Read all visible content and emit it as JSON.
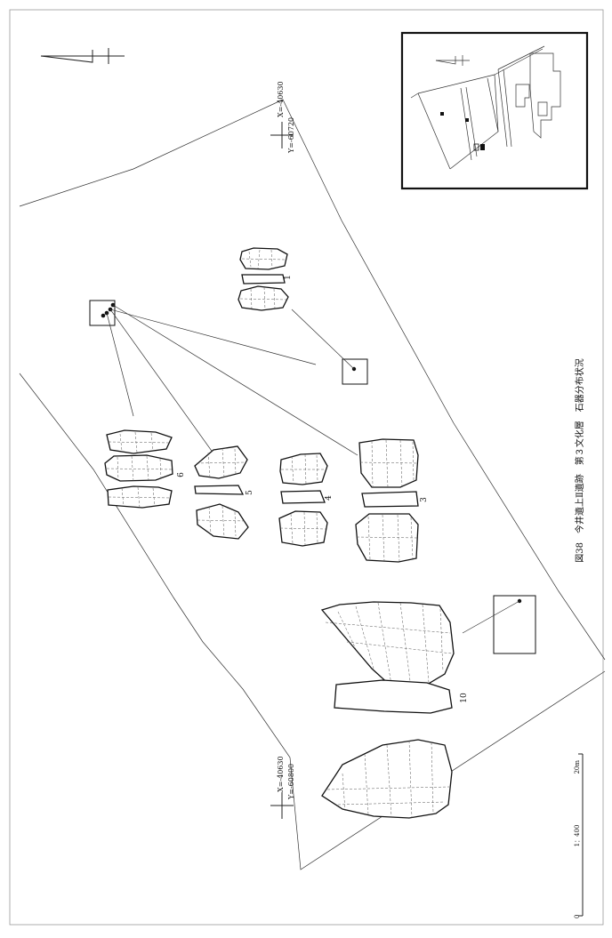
{
  "caption": "図38　今井遺上Ⅱ遺跡　第３文化層　石器分布状況",
  "coords": {
    "upper_x": "X=-40630",
    "upper_y": "Y=-60720",
    "lower_x": "X=-40630",
    "lower_y": "Y=-60800"
  },
  "scale": {
    "ratio": "1：400",
    "zero": "0",
    "max": "20m"
  },
  "artifacts": [
    {
      "label": "1"
    },
    {
      "label": "3"
    },
    {
      "label": "4"
    },
    {
      "label": "5"
    },
    {
      "label": "6"
    },
    {
      "label": "10"
    }
  ]
}
